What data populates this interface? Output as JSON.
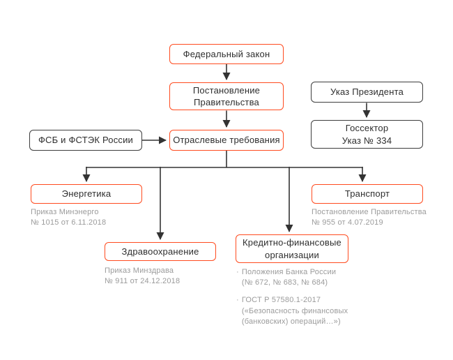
{
  "colors": {
    "accent": "#ff4b1f",
    "outline_dark": "#3d3d3d",
    "connector": "#333333",
    "box_text": "#2e2e2e",
    "note_text": "#9b9b9b",
    "background": "#ffffff"
  },
  "nodes": {
    "federal_law": {
      "label": "Федеральный закон"
    },
    "government_decree": {
      "label": "Постановление\nПравительства"
    },
    "industry_requirements": {
      "label": "Отраслевые требования"
    },
    "fsb_fstek": {
      "label": "ФСБ и ФСТЭК России"
    },
    "presidential_decree": {
      "label": "Указ Президента"
    },
    "gov_sector": {
      "label": "Госсектор\nУказ № 334"
    },
    "energy": {
      "label": "Энергетика",
      "note": "Приказ Минэнерго\n№ 1015 от 6.11.2018"
    },
    "healthcare": {
      "label": "Здравоохранение",
      "note": "Приказ Минздрава\n№ 911 от 24.12.2018"
    },
    "credit_finance": {
      "label": "Кредитно-финансовые\nорганизации",
      "notes": [
        {
          "marker": "·",
          "text": "Положения Банка России\n(№ 672, № 683, № 684)"
        },
        {
          "marker": "·",
          "text": "ГОСТ Р 57580.1-2017\n(«Безопасность финансовых\n(банковских) операций…»)"
        }
      ]
    },
    "transport": {
      "label": "Транспорт",
      "note": "Постановление Правительства\n№ 955 от 4.07.2019"
    }
  }
}
